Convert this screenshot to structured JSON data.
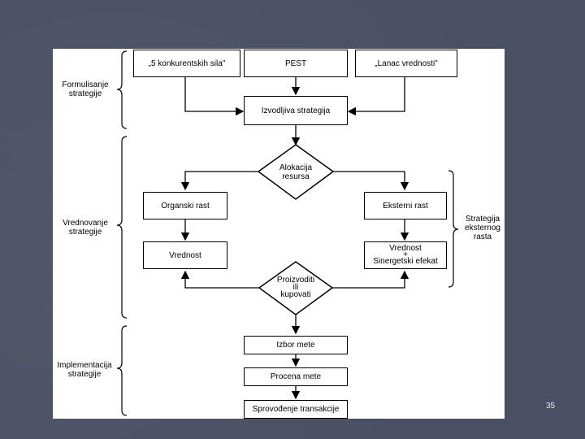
{
  "diagram": {
    "boxes": {
      "porter": "„5 konkurentskih sila\"",
      "pest": "PEST",
      "value_chain": "„Lanac vrednosti\"",
      "feasible": "Izvodljiva strategija",
      "organic": "Organski rast",
      "external": "Eksterni rast",
      "value": "Vrednost",
      "synergy": "Vrednost\n+\nSinergetski efekat",
      "target_selection": "Izbor mete",
      "target_evaluation": "Procena mete",
      "transaction": "Sprovođenje transakcije"
    },
    "decisions": {
      "allocation": "Alokacija\nresursa",
      "make_or_buy": "Proizvoditi\nili\nkupovati"
    },
    "side_labels": {
      "formulation": "Formulisanje\nstrategije",
      "evaluation": "Vrednovanje\nstrategije",
      "implementation": "Implementacija\nstrategije",
      "external_strategy": "Strategija\neksternog\nrasta"
    }
  },
  "page_number": "35"
}
